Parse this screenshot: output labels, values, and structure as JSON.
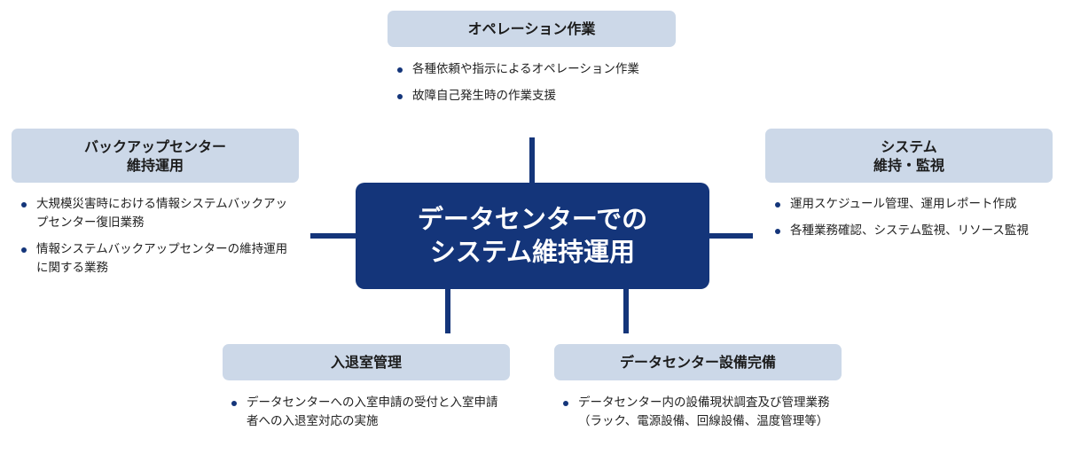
{
  "center": {
    "line1": "データセンターでの",
    "line2": "システム維持運用"
  },
  "top": {
    "title": "オペレーション作業",
    "items": [
      "各種依頼や指示によるオペレーション作業",
      "故障自己発生時の作業支援"
    ]
  },
  "left": {
    "title_line1": "バックアップセンター",
    "title_line2": "維持運用",
    "items": [
      "大規模災害時における情報システムバックアップセンター復旧業務",
      "情報システムバックアップセンターの維持運用に関する業務"
    ]
  },
  "right": {
    "title_line1": "システム",
    "title_line2": "維持・監視",
    "items": [
      "運用スケジュール管理、運用レポート作成",
      "各種業務確認、システム監視、リソース監視"
    ]
  },
  "bottom_left": {
    "title": "入退室管理",
    "items": [
      "データセンターへの入室申請の受付と入室申請者への入退室対応の実施"
    ]
  },
  "bottom_right": {
    "title": "データセンター設備完備",
    "items": [
      "データセンター内の設備現状調査及び管理業務（ラック、電源設備、回線設備、温度管理等）"
    ]
  }
}
